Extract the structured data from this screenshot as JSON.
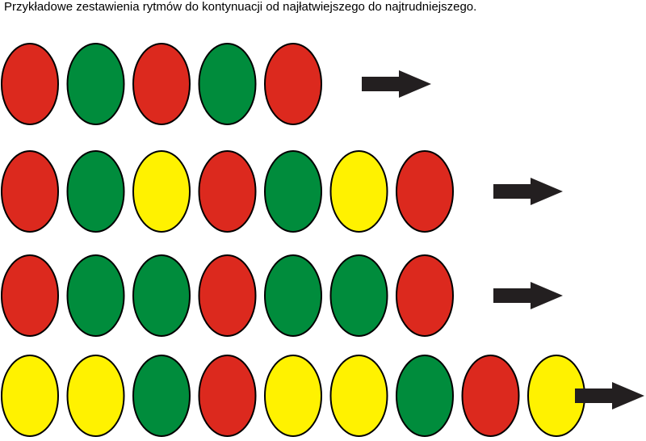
{
  "title": "Przykładowe zestawienia rytmów do kontynuacji od najłatwiejszego do najtrudniejszego.",
  "colors": {
    "red": "#DC291E",
    "green": "#008C3C",
    "yellow": "#FFF200",
    "outline": "#000000",
    "arrow": "#231F20"
  },
  "rows": [
    {
      "sequence": [
        "red",
        "green",
        "red",
        "green",
        "red"
      ],
      "arrow_icon": "right-arrow-icon"
    },
    {
      "sequence": [
        "red",
        "green",
        "yellow",
        "red",
        "green",
        "yellow",
        "red"
      ],
      "arrow_icon": "right-arrow-icon"
    },
    {
      "sequence": [
        "red",
        "green",
        "green",
        "red",
        "green",
        "green",
        "red"
      ],
      "arrow_icon": "right-arrow-icon"
    },
    {
      "sequence": [
        "yellow",
        "yellow",
        "green",
        "red",
        "yellow",
        "yellow",
        "green",
        "red",
        "yellow"
      ],
      "arrow_icon": "right-arrow-icon"
    }
  ]
}
